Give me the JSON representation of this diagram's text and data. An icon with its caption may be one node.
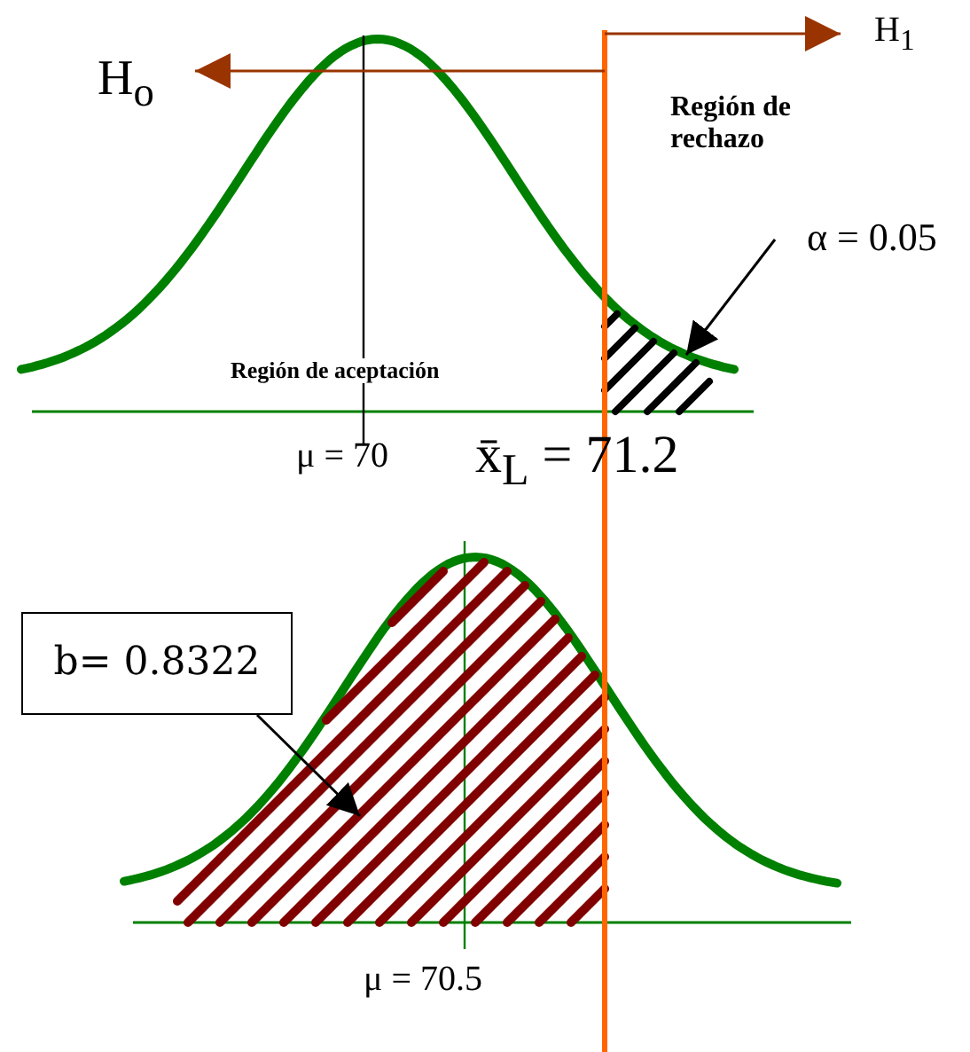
{
  "diagram": {
    "nodes": [
      {
        "text": [
          "α = 0.05"
        ]
      },
      {
        "text": [],
        "shape": "picture"
      },
      {
        "text": [
          "b= 0.8322"
        ]
      },
      {
        "text": [],
        "shape": "picture"
      }
    ],
    "edges": [
      {
        "from": 0,
        "to": 1,
        "arrow": "to"
      },
      {
        "from": 2,
        "to": 3,
        "arrow": "to"
      }
    ],
    "labels": [
      "H$_{1}$",
      "H$_{o}$",
      "Región de rechazo",
      "Región de aceptación",
      "μ = 70",
      "x̄$_{L}$ = 71.2",
      "μ = 70.5"
    ]
  }
}
